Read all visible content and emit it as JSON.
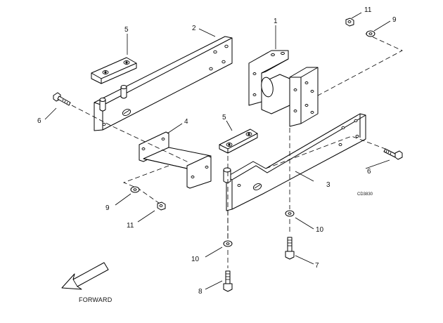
{
  "callouts": {
    "p1": "1",
    "p2": "2",
    "p3": "3",
    "p4": "4",
    "p5_top": "5",
    "p5_mid": "5",
    "p6_left": "6",
    "p6_right": "6",
    "p7": "7",
    "p8": "8",
    "p9_left": "9",
    "p9_right": "9",
    "p10_left": "10",
    "p10_right": "10",
    "p11_left": "11",
    "p11_right": "11"
  },
  "direction_label": "FORWARD",
  "drawing_code": "CD3830",
  "icons": {
    "direction_arrow": "forward-arrow-icon"
  }
}
